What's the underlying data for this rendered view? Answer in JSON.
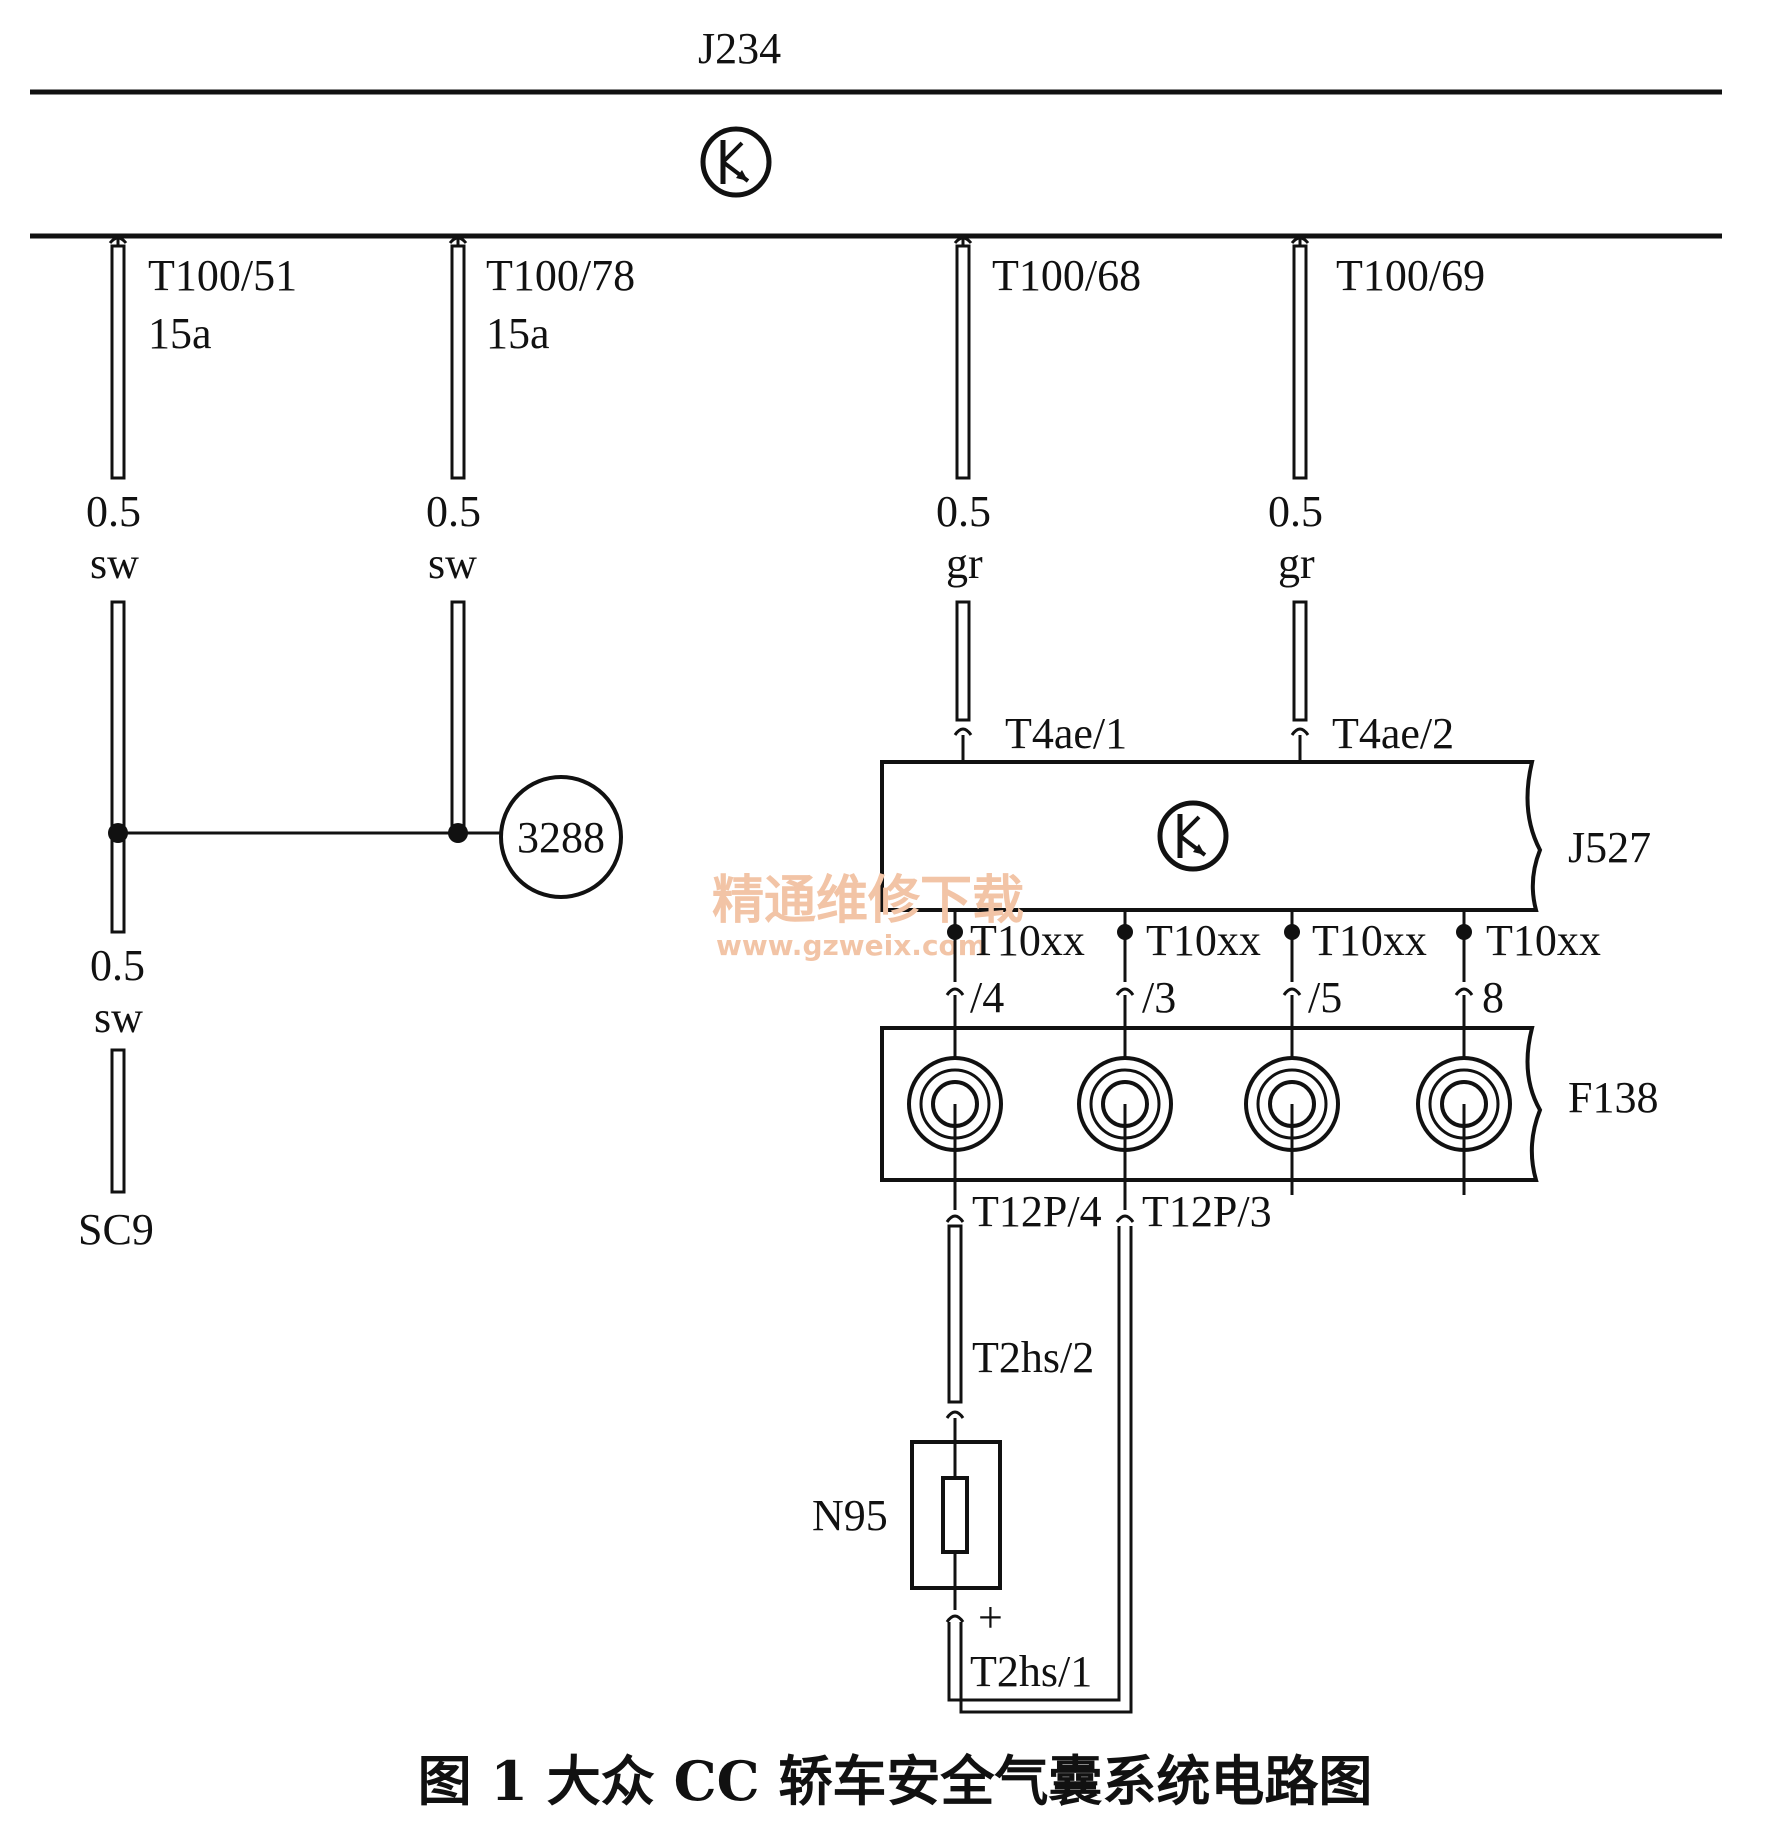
{
  "modules": {
    "j234": "J234",
    "j527": "J527",
    "f138": "F138",
    "n95": "N95",
    "sc9": "SC9",
    "ref_3288": "3288"
  },
  "connectors": {
    "t100_51": "T100/51",
    "t100_78": "T100/78",
    "t100_68": "T100/68",
    "t100_69": "T100/69",
    "t4ae_1": "T4ae/1",
    "t4ae_2": "T4ae/2",
    "t10xx": "T10xx",
    "pin_4": "/4",
    "pin_3": "/3",
    "pin_5": "/5",
    "pin_8": "8",
    "t12p_4": "T12P/4",
    "t12p_3": "T12P/3",
    "t2hs_2": "T2hs/2",
    "t2hs_1": "T2hs/1",
    "plus": "+"
  },
  "wires": {
    "fuse_15a": "15a",
    "size": "0.5",
    "color_sw": "sw",
    "color_gr": "gr"
  },
  "watermark": {
    "text": "精通维修下载",
    "url": "www.gzweix.com"
  },
  "caption": "图 1  大众 CC 轿车安全气囊系统电路图"
}
